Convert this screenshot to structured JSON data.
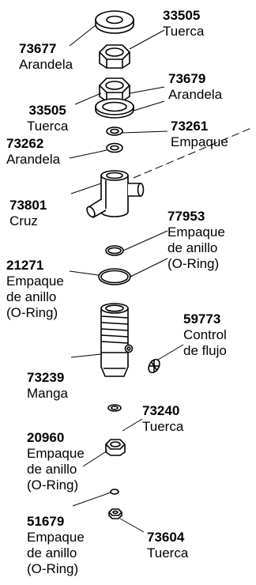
{
  "parts": [
    {
      "id": "p1",
      "number": "33505",
      "name": [
        "Tuerca"
      ]
    },
    {
      "id": "p2",
      "number": "73677",
      "name": [
        "Arandela"
      ]
    },
    {
      "id": "p3",
      "number": "73679",
      "name": [
        "Arandela"
      ]
    },
    {
      "id": "p4",
      "number": "33505",
      "name": [
        "Tuerca"
      ]
    },
    {
      "id": "p5",
      "number": "73261",
      "name": [
        "Empaque"
      ]
    },
    {
      "id": "p6",
      "number": "73262",
      "name": [
        "Arandela"
      ]
    },
    {
      "id": "p7",
      "number": "73801",
      "name": [
        "Cruz"
      ]
    },
    {
      "id": "p8",
      "number": "77953",
      "name": [
        "Empaque",
        "de anillo",
        "(O-Ring)"
      ]
    },
    {
      "id": "p9",
      "number": "21271",
      "name": [
        "Empaque",
        "de anillo",
        "(O-Ring)"
      ]
    },
    {
      "id": "p10",
      "number": "59773",
      "name": [
        "Control",
        "de flujo"
      ]
    },
    {
      "id": "p11",
      "number": "73239",
      "name": [
        "Manga"
      ]
    },
    {
      "id": "p12",
      "number": "73240",
      "name": [
        "Tuerca"
      ]
    },
    {
      "id": "p13",
      "number": "20960",
      "name": [
        "Empaque",
        "de anillo",
        "(O-Ring)"
      ]
    },
    {
      "id": "p14",
      "number": "51679",
      "name": [
        "Empaque",
        "de anillo",
        "(O-Ring)"
      ]
    },
    {
      "id": "p15",
      "number": "73604",
      "name": [
        "Tuerca"
      ]
    }
  ]
}
